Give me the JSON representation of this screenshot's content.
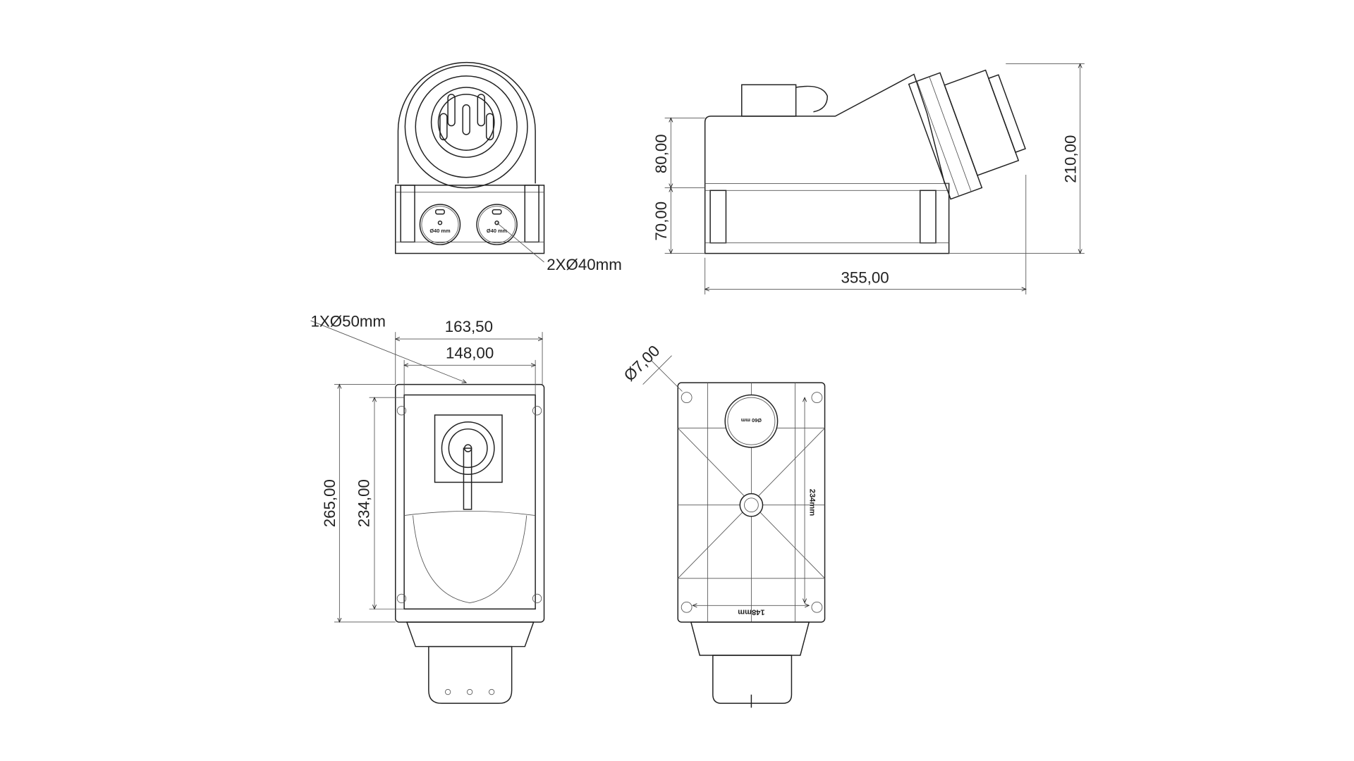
{
  "title": "Industrial socket with switch - dimensional drawing",
  "dimensions": {
    "holes_side": "2XØ40mm",
    "height_top": "80,00",
    "height_bottom": "70,00",
    "height_total": "210,00",
    "length": "355,00",
    "hole_top": "1XØ50mm",
    "width_outer": "163,50",
    "width_inner": "148,00",
    "height_outer": "265,00",
    "height_inner": "234,00",
    "mount_hole": "Ø7,00"
  },
  "labels": {
    "knockout_40": "Ø40 mm",
    "knockout_60": "Ø60 mm",
    "mount_vertical": "234mm",
    "mount_horizontal": "148mm"
  },
  "colors": {
    "line": "#222222",
    "background": "#ffffff"
  }
}
